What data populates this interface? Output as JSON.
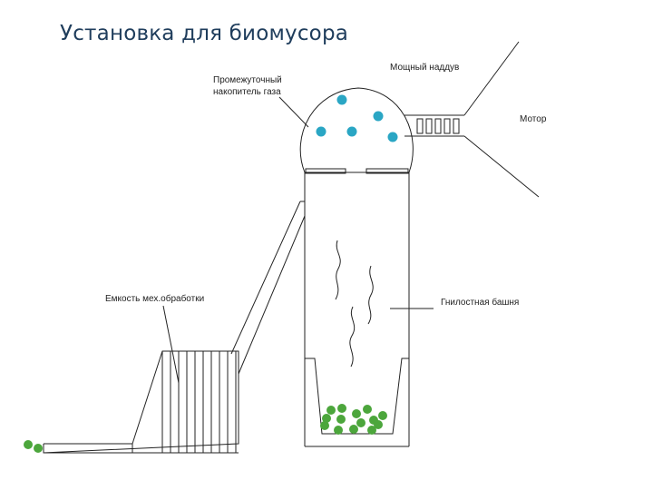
{
  "title": "Установка для биомусора",
  "labels": {
    "gas_storage_line1": "Промежуточный",
    "gas_storage_line2": "накопитель газа",
    "blower": "Мощный наддув",
    "motor": "Мотор",
    "rot_tower": "Гнилостная башня",
    "mech_tank": "Емкость мех.обработки"
  },
  "colors": {
    "gas_bubbles": "#2aa6c4",
    "organic_pellets": "#4ca63c",
    "lines": "#222222",
    "title": "#1f3d5c"
  }
}
